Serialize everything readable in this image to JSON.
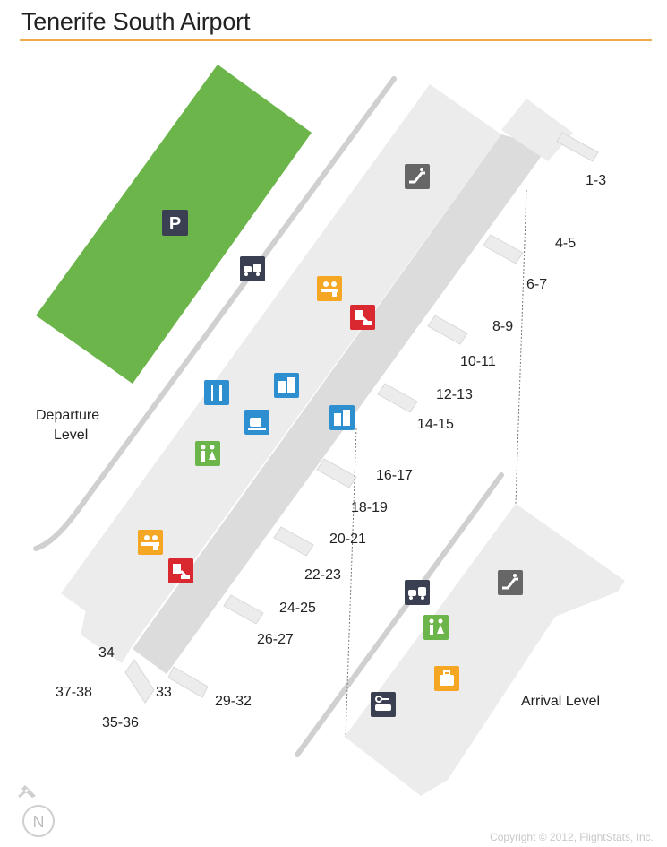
{
  "title": "Tenerife South Airport",
  "copyright": "Copyright © 2012, FlightStats, Inc.",
  "areas": {
    "departure_level": [
      "Departure",
      "Level"
    ],
    "arrival_level": "Arrival Level",
    "parking_label": "P"
  },
  "gates": [
    "1-3",
    "4-5",
    "6-7",
    "8-9",
    "10-11",
    "12-13",
    "14-15",
    "16-17",
    "18-19",
    "20-21",
    "22-23",
    "24-25",
    "26-27",
    "29-32",
    "33",
    "34",
    "35-36",
    "37-38"
  ],
  "compass": "N",
  "colors": {
    "parking": "#6cb54a",
    "terminal": "#ececec",
    "concourse": "#dcdcdd",
    "road": "#d0d0d0",
    "accent": "#f2a94a",
    "icon_blue": "#2d8fd0",
    "icon_green": "#6cb54a",
    "icon_orange": "#f5a623",
    "icon_red": "#d9282f",
    "icon_dark": "#3a3f52",
    "icon_gray": "#666666"
  },
  "icons": [
    "escalator-icon",
    "parking-icon",
    "taxi-bus-icon",
    "check-in-icon",
    "passport-control-icon",
    "restaurant-icon",
    "shops-icon",
    "cafe-icon",
    "restroom-icon",
    "car-rental-icon",
    "baggage-claim-icon"
  ]
}
